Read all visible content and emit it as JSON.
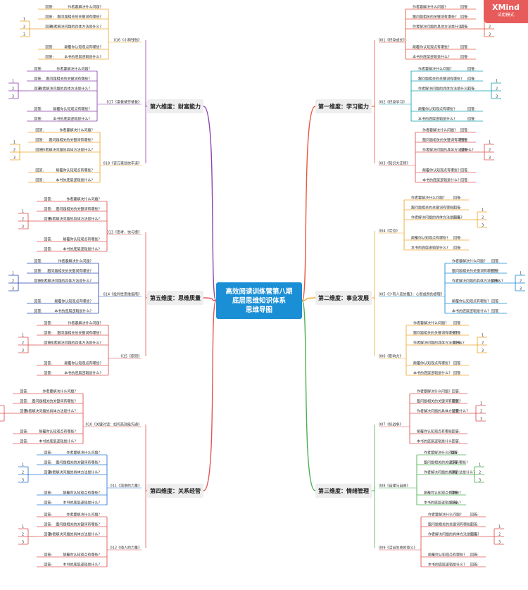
{
  "center_title": [
    "高效阅读训练营第八期",
    "底层思维知识体系",
    "思维导图"
  ],
  "watermark": {
    "brand": "XMind",
    "mode": "试用模式"
  },
  "branch_template": {
    "q1": "作者要解决什么问题?",
    "q2": "跟问题相关的关键词有哪些?",
    "q3": "作者解决问题的具体方法是什么?",
    "q4": "颠覆你认知观点有哪些?",
    "q5": "本书的底层逻辑是什么?",
    "answer": "回答:",
    "steps": [
      "1",
      "2",
      "3"
    ]
  },
  "colors": {
    "center": "#1a8fd6",
    "dimension_bg": "#eeeeee",
    "learning": "#e8573b",
    "career": "#f0a830",
    "emotion": "#4caf50",
    "wealth": "#8e44ad",
    "thinking": "#e05656",
    "relations": "#2e7bd6"
  },
  "dimensions": [
    {
      "label": "第一维度：学习能力",
      "side": "right",
      "color": "#e8573b",
      "books": [
        {
          "label": "001《终身成长》",
          "color": "#e8573b"
        },
        {
          "label": "002《终身学习》",
          "color": "#1aa3b3"
        },
        {
          "label": "003《知识大迁移》",
          "color": "#e05656"
        }
      ]
    },
    {
      "label": "第二维度：事业发展",
      "side": "right",
      "color": "#f0a830",
      "books": [
        {
          "label": "004《定位》",
          "color": "#f0a830"
        },
        {
          "label": "005《少有人走的路3：心智成熟的旅程》",
          "color": "#1a8fd6"
        },
        {
          "label": "006《影响力》",
          "color": "#f0a830"
        }
      ]
    },
    {
      "label": "第三维度：情绪管理",
      "side": "right",
      "color": "#4caf50",
      "books": [
        {
          "label": "007《好战争》",
          "color": "#e05656"
        },
        {
          "label": "008《自律与自由》",
          "color": "#4caf50"
        },
        {
          "label": "009《活出生命的意义》",
          "color": "#e05656"
        }
      ]
    },
    {
      "label": "第六维度：财富能力",
      "side": "left",
      "color": "#8e44ad",
      "books": [
        {
          "label": "016《小狗钱钱》",
          "color": "#f0a830"
        },
        {
          "label": "017《富爸爸穷爸爸》",
          "color": "#8e44ad"
        },
        {
          "label": "018《百万富翁快车道》",
          "color": "#f0a830"
        }
      ]
    },
    {
      "label": "第五维度：思维质量",
      "side": "left",
      "color": "#e05656",
      "books": [
        {
          "label": "013《思考，快与慢》",
          "color": "#e05656"
        },
        {
          "label": "014《批判性思维指南》",
          "color": "#2e4bb0"
        },
        {
          "label": "015《原则》",
          "color": "#e05656"
        }
      ]
    },
    {
      "label": "第四维度：关系经营",
      "side": "left",
      "color": "#e05656",
      "books": [
        {
          "label": "010《关键对话：如何高效能沟通》",
          "color": "#e05656"
        },
        {
          "label": "011《演讲的力量》",
          "color": "#2e7bd6"
        },
        {
          "label": "012《他人的力量》",
          "color": "#e05656"
        }
      ]
    }
  ]
}
